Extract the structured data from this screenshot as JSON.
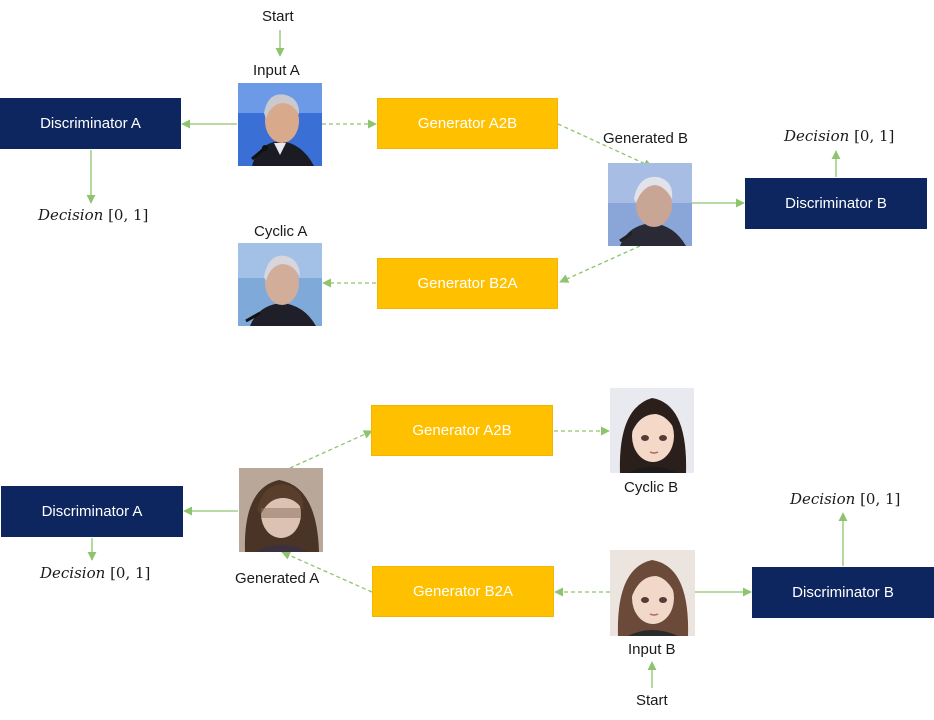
{
  "top": {
    "start": "Start",
    "input_a": "Input A",
    "discriminator_a": "Discriminator A",
    "decision_a": {
      "word": "Decision",
      "range": "[0, 1]"
    },
    "generator_a2b": "Generator A2B",
    "generated_b": "Generated B",
    "discriminator_b": "Discriminator B",
    "decision_b": {
      "word": "Decision",
      "range": "[0, 1]"
    },
    "cyclic_a": "Cyclic A",
    "generator_b2a": "Generator B2A"
  },
  "bottom": {
    "generator_a2b": "Generator A2B",
    "cyclic_b": "Cyclic B",
    "discriminator_a": "Discriminator A",
    "decision_a": {
      "word": "Decision",
      "range": "[0, 1]"
    },
    "generated_a": "Generated A",
    "generator_b2a": "Generator B2A",
    "input_b": "Input B",
    "start": "Start",
    "discriminator_b": "Discriminator B",
    "decision_b": {
      "word": "Decision",
      "range": "[0, 1]"
    }
  },
  "colors": {
    "discriminator": "#0d2660",
    "generator": "#ffc000",
    "arrow": "#8fc46e"
  }
}
